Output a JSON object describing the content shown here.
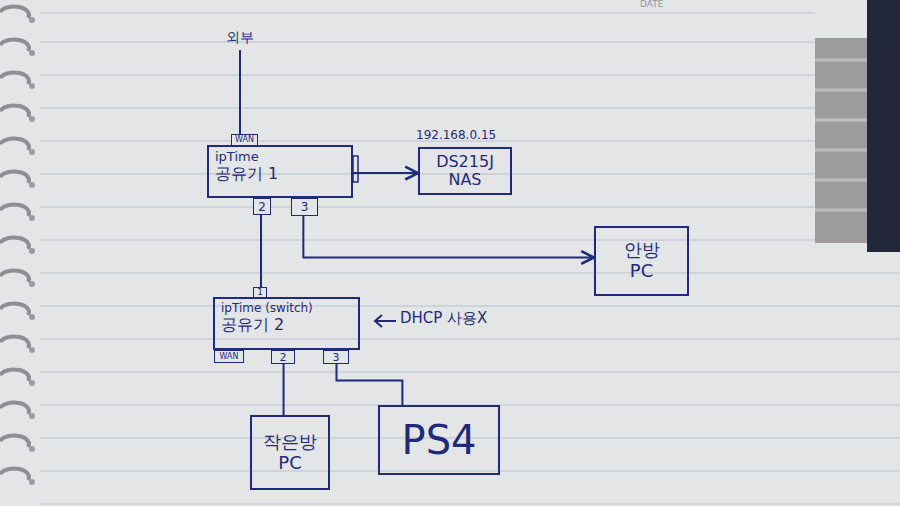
{
  "diagram": {
    "nodes": [
      {
        "text": [
          "ipTime",
          "공유기 1"
        ]
      },
      {
        "text": [
          "192.168.0.15",
          "DS215J NAS"
        ]
      },
      {
        "text": [
          "안방 PC"
        ]
      },
      {
        "text": [
          "ipTime (switch)",
          "공유기 2"
        ]
      },
      {
        "text": [
          "작은방 PC"
        ]
      },
      {
        "text": [
          "PS4"
        ]
      }
    ],
    "edges": [
      {
        "from": 0,
        "to": 1,
        "arrow": "to"
      },
      {
        "from": 0,
        "to": 2,
        "arrow": "to"
      },
      {
        "from": 0,
        "to": 3,
        "arrow": "none"
      },
      {
        "from": 3,
        "to": 4,
        "arrow": "none"
      },
      {
        "from": 3,
        "to": 5,
        "arrow": "none"
      }
    ],
    "labels": [
      "DATE",
      "외부",
      "WAN",
      "2",
      "3",
      "1",
      "WAN",
      "2",
      "3",
      "DHCP 사용X"
    ]
  }
}
